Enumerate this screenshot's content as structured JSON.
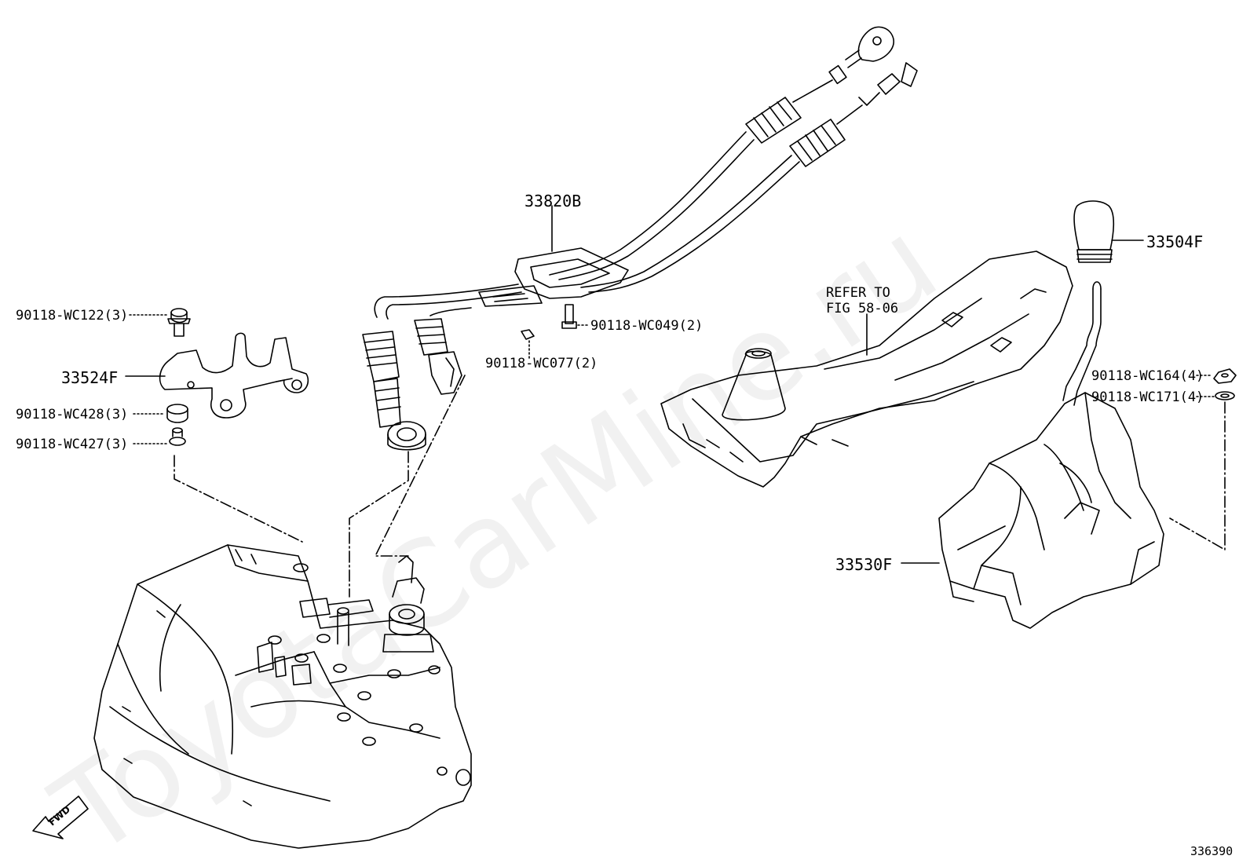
{
  "watermark": "ToyotaCarMine.ru",
  "fwd_label": "FWD",
  "figure_number": "336390",
  "callouts": {
    "cable_assy": "33820B",
    "knob": "33504F",
    "bracket": "33524F",
    "shift_lever_housing": "33530F",
    "bolt_wc122": "90118-WC122(3)",
    "bushing_wc428": "90118-WC428(3)",
    "collar_wc427": "90118-WC427(3)",
    "bolt_wc049": "90118-WC049(2)",
    "clip_wc077": "90118-WC077(2)",
    "nut_wc164": "90118-WC164(4)",
    "washer_wc171": "90118-WC171(4)",
    "refer_line1": "REFER TO",
    "refer_line2": "FIG 58-06"
  }
}
